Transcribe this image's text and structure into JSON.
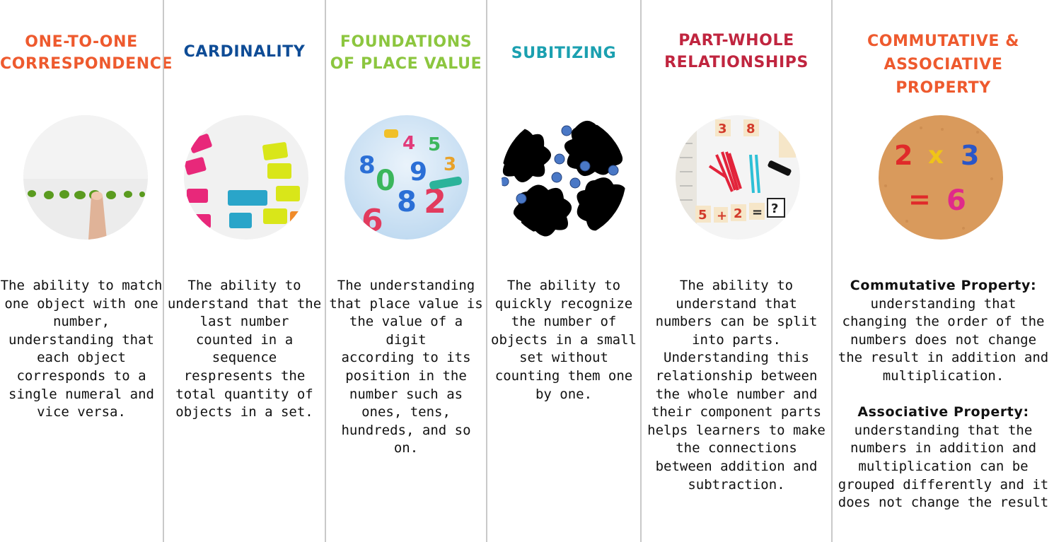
{
  "columns": [
    {
      "title_line1": "ONE-TO-ONE",
      "title_line2": "CORRESPONDENCE",
      "color": "#EE5A2E",
      "image_icon": "finger-counting-photo",
      "description": [
        "The ability to match",
        "one object with one",
        "number,",
        "understanding that",
        "each object",
        "corresponds to a",
        "single numeral and",
        "vice versa."
      ]
    },
    {
      "title_line1": "CARDINALITY",
      "color": "#0E4C96",
      "image_icon": "toy-sharpeners-photo",
      "description": [
        "The ability to",
        "understand that the",
        "last number",
        "counted in a",
        "sequence",
        "respresents the",
        "total quantity of",
        "objects in a set."
      ]
    },
    {
      "title_line1": "FOUNDATIONS",
      "title_line2": "OF PLACE VALUE",
      "color": "#8CC63F",
      "image_icon": "colorful-numbers-photo",
      "description": [
        "The understanding",
        "that place value is",
        "the value of a digit",
        "according to its",
        "position in the",
        "number such as",
        "ones, tens,",
        "hundreds, and so",
        "on."
      ]
    },
    {
      "title_line1": "SUBITIZING",
      "color": "#1BA0B0",
      "image_icon": "blob-and-dots-graphic",
      "description": [
        "The ability to",
        "quickly recognize",
        "the number of",
        "objects in a small",
        "set without",
        "counting them one",
        "by one."
      ]
    },
    {
      "title_line1": "PART-WHOLE",
      "title_line2": "RELATIONSHIPS",
      "color": "#C0253F",
      "image_icon": "counting-sticks-photo",
      "description": [
        "The ability to",
        "understand that",
        "numbers can be split",
        "into parts.",
        "Understanding this",
        "relationship between",
        "the whole number and",
        "their component parts",
        "helps learners to make",
        "the connections",
        "between addition and",
        "subtraction."
      ]
    },
    {
      "title_line1": "COMMUTATIVE &",
      "title_line2": "ASSOCIATIVE",
      "title_line3": "PROPERTY",
      "color": "#EE5A2E",
      "image_icon": "corkboard-equation-photo",
      "commutative_heading": "Commutative Property:",
      "commutative_text": [
        "understanding that",
        "changing the order of the",
        "numbers does not change",
        "the result in addition and",
        "multiplication."
      ],
      "associative_heading": "Associative Property:",
      "associative_text": [
        "understanding that the",
        "numbers in addition and",
        "multiplication can be",
        "grouped differently and it",
        "does not change the result"
      ]
    }
  ],
  "image_texts": {
    "place_value_digits": [
      "8",
      "4",
      "0",
      "9",
      "8",
      "2",
      "6",
      "5",
      "3"
    ],
    "part_whole_cards": [
      "3",
      "8",
      "5",
      "+",
      "2",
      "=",
      "?"
    ],
    "corkboard": [
      "2",
      "x",
      "3",
      "=",
      "6"
    ]
  }
}
